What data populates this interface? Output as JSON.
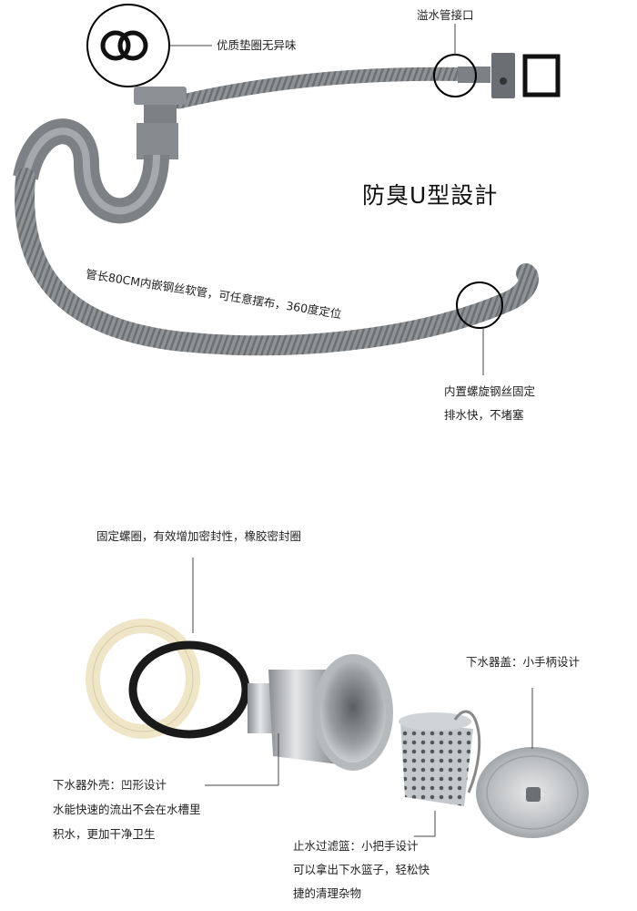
{
  "top": {
    "title": "防臭U型設計",
    "overflow_label": "溢水管接口",
    "gasket_label": "优质垫圈无异味",
    "hose_label": "管长80CM内嵌钢丝软管，可任意摆布，360度定位",
    "spiral_label_1": "内置螺旋钢丝固定",
    "spiral_label_2": "排水快，不堵塞"
  },
  "bottom": {
    "ring_label": "固定螺圈，有效增加密封性，橡胶密封圈",
    "cover_label": "下水器盖：小手柄设计",
    "shell_label_1": "下水器外壳：凹形设计",
    "shell_label_2": "水能快速的流出不会在水槽里",
    "shell_label_3": "积水，更加干净卫生",
    "basket_label_1": "止水过滤篮：小把手设计",
    "basket_label_2": "可以拿出下水篮子，轻松快",
    "basket_label_3": "捷的清理杂物"
  }
}
